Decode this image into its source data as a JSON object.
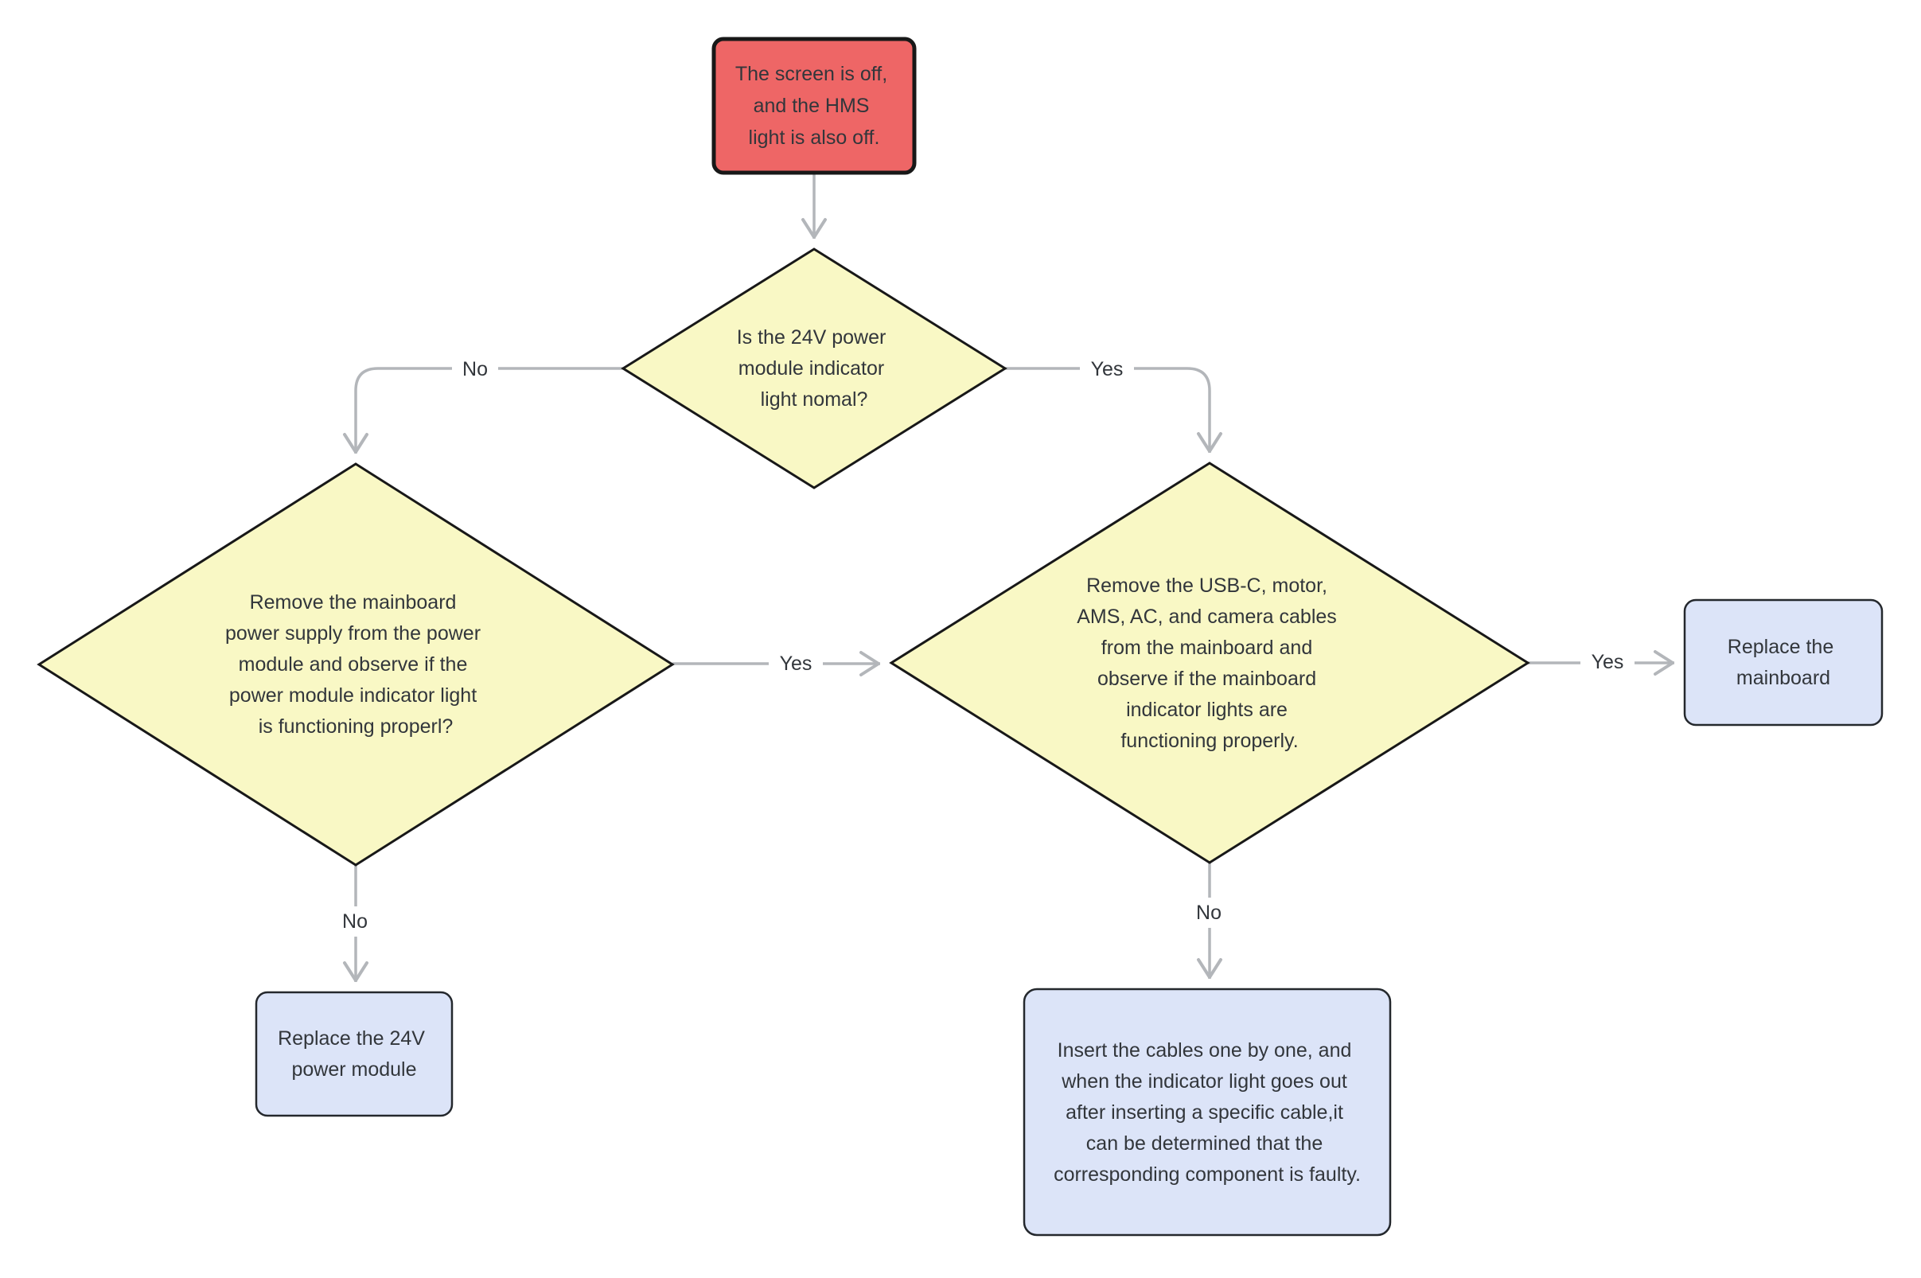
{
  "diagram": {
    "nodes": {
      "screen_off": {
        "lines": [
          "The screen is off,",
          "and the HMS",
          "light is also off."
        ]
      },
      "decision_24v": {
        "lines": [
          "Is the 24V power",
          "module indicator",
          "light nomal?"
        ]
      },
      "decision_power_module": {
        "lines": [
          "Remove the mainboard",
          "power supply from the power",
          "module and observe if the",
          "power module indicator light",
          "is functioning properl?"
        ]
      },
      "decision_cables": {
        "lines": [
          "Remove the USB-C, motor,",
          "AMS, AC, and camera cables",
          "from the mainboard and",
          "observe if the mainboard",
          "indicator lights are",
          "functioning properly."
        ]
      },
      "replace_24v": {
        "lines": [
          "Replace the 24V",
          "power module"
        ]
      },
      "replace_mainboard": {
        "lines": [
          "Replace the",
          "mainboard"
        ]
      },
      "insert_cables": {
        "lines": [
          "Insert the cables one by one, and",
          "when the indicator light goes out",
          "after inserting a specific cable,it",
          "can be determined that the",
          "corresponding component is faulty."
        ]
      }
    },
    "edge_labels": {
      "no_left": "No",
      "yes_right": "Yes",
      "yes_middle": "Yes",
      "no_bottom_left": "No",
      "no_bottom_right": "No",
      "yes_far_right": "Yes"
    },
    "colors": {
      "start_red": "#ee6666",
      "decision_yellow": "#f9f8c5",
      "action_blue": "#dce4f8",
      "shape_stroke": "#181818",
      "edge_gray": "#b3b6ba",
      "text": "#32363b",
      "background": "#ffffff"
    }
  }
}
